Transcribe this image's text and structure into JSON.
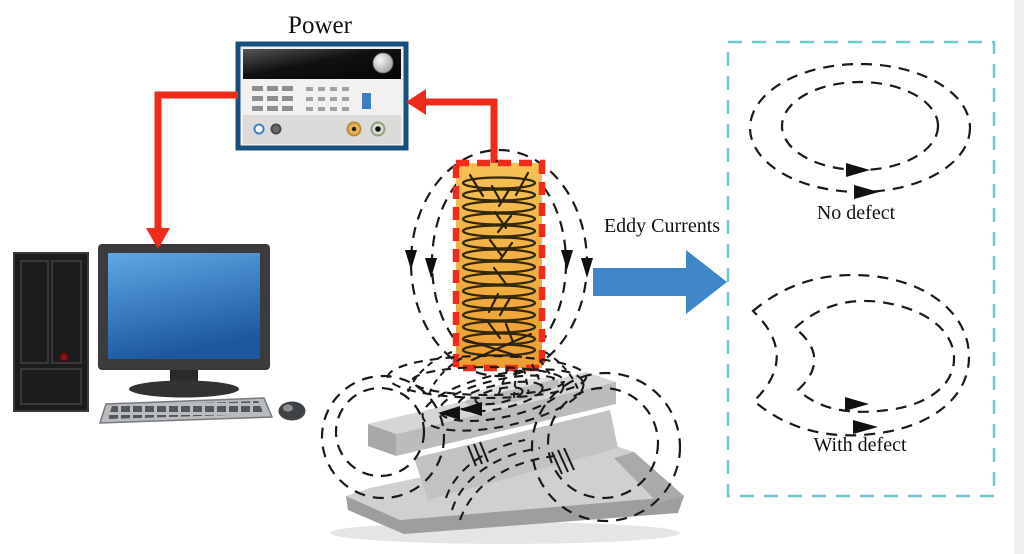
{
  "diagram": {
    "labels": {
      "power": "Power",
      "eddy_currents": "Eddy Currents",
      "no_defect": "No defect",
      "with_defect": "With defect"
    },
    "components": [
      "computer-tower",
      "monitor",
      "keyboard",
      "mouse",
      "power-supply",
      "power-cable-red",
      "excitation-coil",
      "magnetic-field-lines",
      "rail-specimen",
      "eddy-current-loops",
      "results-panel",
      "no-defect-loop-diagram",
      "with-defect-loop-diagram"
    ],
    "colors": {
      "wire_red": "#EE2B1C",
      "coil_body_orange": "#F2AC3D",
      "flow_arrow_blue": "#3E86C7",
      "panel_border_cyan": "#6FC8D1",
      "instrument_border_blue": "#17507F",
      "screen_blue": "#2F77C0",
      "field_line_black": "#1A1A1A",
      "rail_gray": "#C6C6C8",
      "background": "#FFFFFF"
    }
  }
}
